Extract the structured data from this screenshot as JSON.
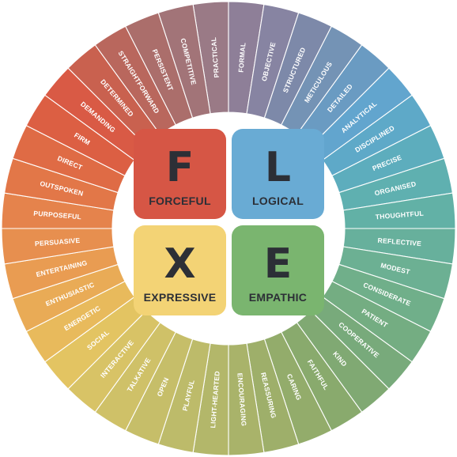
{
  "wheel": {
    "segments": [
      "PRACTICAL",
      "FORMAL",
      "OBJECTIVE",
      "STRUCTURED",
      "METICULOUS",
      "DETAILED",
      "ANALYTICAL",
      "DISCIPLINED",
      "PRECISE",
      "ORGANISED",
      "THOUGHTFUL",
      "REFLECTIVE",
      "MODEST",
      "CONSIDERATE",
      "PATIENT",
      "COOPERATIVE",
      "KIND",
      "FAITHFUL",
      "CARING",
      "REASSURING",
      "ENCOURAGING",
      "LIGHT-HEARTED",
      "PLAYFUL",
      "OPEN",
      "TALKATIVE",
      "INTERACTIVE",
      "SOCIAL",
      "ENERGETIC",
      "ENTHUSIASTIC",
      "ENTERTAINING",
      "PERSUASIVE",
      "PURPOSEFUL",
      "OUTSPOKEN",
      "DIRECT",
      "FIRM",
      "DEMANDING",
      "DETERMINED",
      "STRAIGHTFORWARD",
      "PERSISTENT",
      "COMPETITIVE"
    ],
    "segment_colors": [
      "#9a7a86",
      "#8e7f98",
      "#8784a2",
      "#7d89a9",
      "#7493b5",
      "#6a9bc2",
      "#62a5ce",
      "#5ea9c8",
      "#5dadbd",
      "#5fb0b0",
      "#62b1a6",
      "#67b09c",
      "#6cb093",
      "#70af8a",
      "#74ad82",
      "#78aa7b",
      "#80a973",
      "#89aa6d",
      "#93ac6b",
      "#9eaf6a",
      "#a9b36a",
      "#b3b76a",
      "#bdbb6a",
      "#c6be69",
      "#cfc168",
      "#d8c366",
      "#e3c462",
      "#e8ba5c",
      "#e9ab56",
      "#e99c52",
      "#e78f4f",
      "#e5834c",
      "#e27748",
      "#df6b45",
      "#dc5f43",
      "#d95a45",
      "#c9614f",
      "#b9675d",
      "#ab6e6b",
      "#a27478"
    ]
  },
  "quadrants": {
    "forceful": {
      "letter": "F",
      "word": "FORCEFUL",
      "color": "#d65645"
    },
    "logical": {
      "letter": "L",
      "word": "LOGICAL",
      "color": "#69abd4"
    },
    "expressive": {
      "letter": "X",
      "word": "EXPRESSIVE",
      "color": "#f3d375"
    },
    "empathic": {
      "letter": "E",
      "word": "EMPATHIC",
      "color": "#7ab56f"
    }
  }
}
